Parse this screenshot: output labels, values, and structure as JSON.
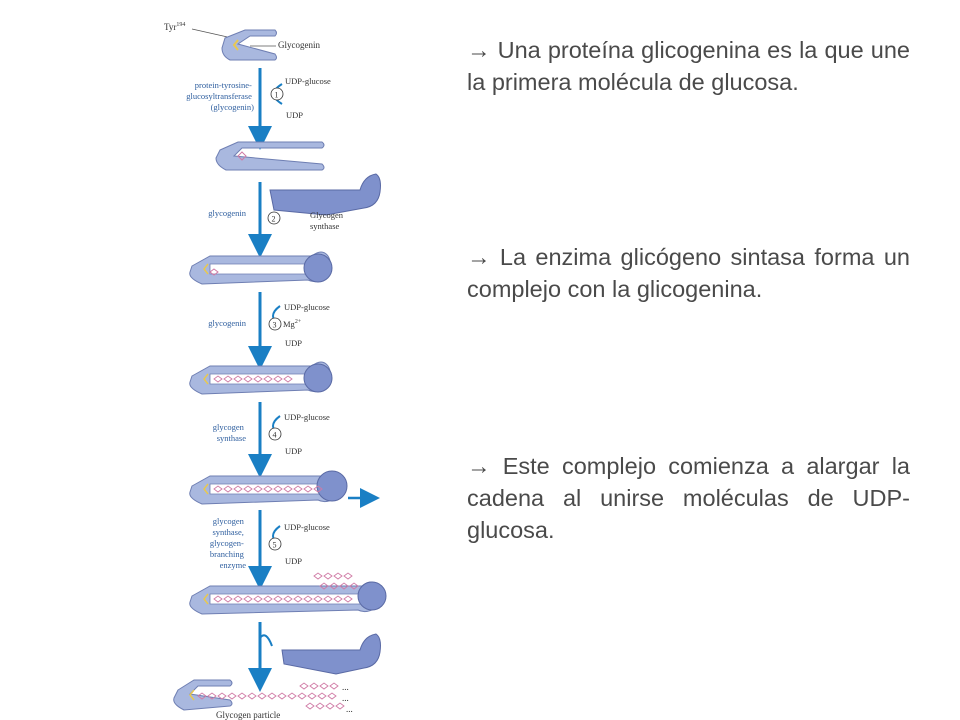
{
  "diagram": {
    "colors": {
      "protein_fill": "#a9b8df",
      "protein_stroke": "#6f7fb3",
      "synthase_fill": "#7f91cc",
      "arrow_blue": "#1a7fc4",
      "glucose_ring": "#d07aa5",
      "tyr_marker": "#e8c850",
      "label_blue": "#2f5f9f",
      "label_dark": "#333333"
    },
    "top_label": {
      "tyr": "Tyr",
      "tyr_sup": "194",
      "glycogenin": "Glycogenin"
    },
    "steps": [
      {
        "number": "1",
        "enzyme_lines": [
          "protein-tyrosine-",
          "glucosyltransferase",
          "(glycogenin)"
        ],
        "substrate": "UDP-glucose",
        "cofactor": "",
        "cofactor_sup": "",
        "product": "UDP"
      },
      {
        "number": "2",
        "enzyme_lines": [
          "glycogenin"
        ],
        "partner_lines": [
          "Glycogen",
          "synthase"
        ]
      },
      {
        "number": "3",
        "enzyme_lines": [
          "glycogenin"
        ],
        "substrate": "UDP-glucose",
        "cofactor": "Mg",
        "cofactor_sup": "2+",
        "product": "UDP"
      },
      {
        "number": "4",
        "enzyme_lines": [
          "glycogen",
          "synthase"
        ],
        "substrate": "UDP-glucose",
        "cofactor": "",
        "cofactor_sup": "",
        "product": "UDP"
      },
      {
        "number": "5",
        "enzyme_lines": [
          "glycogen",
          "synthase,",
          "glycogen-",
          "branching",
          "enzyme"
        ],
        "substrate": "UDP-glucose",
        "cofactor": "",
        "cofactor_sup": "",
        "product": "UDP"
      }
    ],
    "final_label": "Glycogen particle",
    "ellipsis": "..."
  },
  "paragraphs": [
    "→ Una proteína glicogenina es la que une la primera molécula de glucosa.",
    "→ La enzima glicógeno sintasa forma un complejo con la glicogenina.",
    "→ Este complejo comienza a alargar la cadena al unirse moléculas de UDP-glucosa."
  ]
}
